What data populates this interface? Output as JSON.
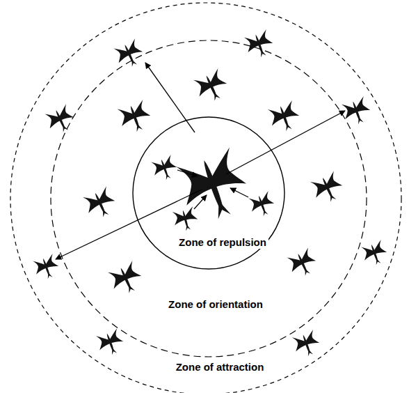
{
  "diagram": {
    "nodes": [
      {
        "text": [
          "Zone of attraction"
        ]
      },
      {
        "text": [
          "Zone of orientation"
        ],
        "in": 0
      },
      {
        "text": [
          "Zone of repulsion"
        ],
        "in": 1
      }
    ]
  }
}
